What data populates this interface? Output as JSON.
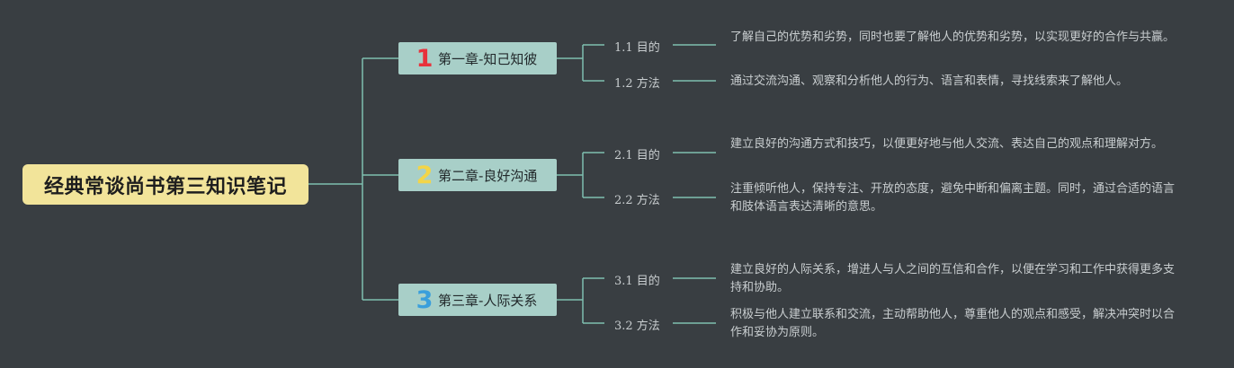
{
  "root": {
    "title": "经典常谈尚书第三知识笔记"
  },
  "colors": {
    "background": "#393e42",
    "root_fill": "#f2e49a",
    "chapter_fill": "#a8cfc8",
    "connector": "#7fbfb0",
    "text_light": "#c9ced0"
  },
  "chapters": [
    {
      "number": "1",
      "number_color": "#e8323c",
      "label": "第一章-知己知彼",
      "subs": [
        {
          "label": "1.1 目的",
          "desc": "了解自己的优势和劣势，同时也要了解他人的优势和劣势，以实现更好的合作与共赢。"
        },
        {
          "label": "1.2 方法",
          "desc": "通过交流沟通、观察和分析他人的行为、语言和表情，寻找线索来了解他人。"
        }
      ]
    },
    {
      "number": "2",
      "number_color": "#f3d548",
      "label": "第二章-良好沟通",
      "subs": [
        {
          "label": "2.1 目的",
          "desc": "建立良好的沟通方式和技巧，以便更好地与他人交流、表达自己的观点和理解对方。"
        },
        {
          "label": "2.2 方法",
          "desc": "注重倾听他人，保持专注、开放的态度，避免中断和偏离主题。同时，通过合适的语言和肢体语言表达清晰的意思。"
        }
      ]
    },
    {
      "number": "3",
      "number_color": "#3a9fdc",
      "label": "第三章-人际关系",
      "subs": [
        {
          "label": "3.1 目的",
          "desc": "建立良好的人际关系，增进人与人之间的互信和合作，以便在学习和工作中获得更多支持和协助。"
        },
        {
          "label": "3.2 方法",
          "desc": "积极与他人建立联系和交流，主动帮助他人，尊重他人的观点和感受，解决冲突时以合作和妥协为原则。"
        }
      ]
    }
  ]
}
